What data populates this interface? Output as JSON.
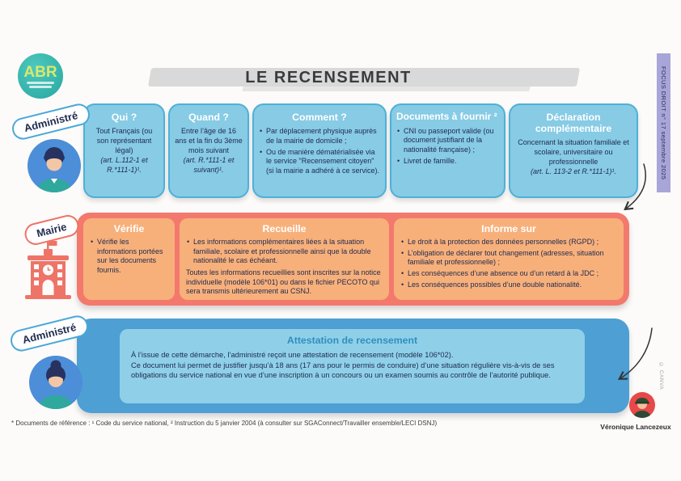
{
  "header": {
    "title": "LE RECENSEMENT",
    "logo": "ABR",
    "banner": "FOCUS DROIT n° 17 septembre 2025"
  },
  "labels": {
    "row1": "Administré",
    "row2": "Mairie",
    "row3": "Administré"
  },
  "row1": {
    "qui": {
      "title": "Qui ?",
      "body": "Tout Français (ou son représentant légal)",
      "ref": "(art. L.112-1 et R.*111-1)¹."
    },
    "quand": {
      "title": "Quand ?",
      "body": "Entre l’âge de 16 ans et la fin du 3ème mois suivant",
      "ref": "(art. R.*111-1 et suivant)¹."
    },
    "comment": {
      "title": "Comment ?",
      "bullets": [
        "Par déplacement physique auprès de la mairie de domicile ;",
        "Ou de manière dématérialisée via le service \"Recensement citoyen\" (si la mairie a adhéré à ce service)."
      ]
    },
    "documents": {
      "title": "Documents à fournir ²",
      "bullets": [
        "CNI ou passeport valide (ou document justifiant de la nationalité française) ;",
        "Livret de famille."
      ]
    },
    "declaration": {
      "title": "Déclaration complémentaire",
      "body": "Concernant la situation familiale et scolaire, universitaire ou professionnelle",
      "ref": "(art. L. 113-2 et R.*111-1)¹."
    }
  },
  "row2": {
    "verifie": {
      "title": "Vérifie",
      "bullets": [
        "Vérifie les informations portées sur les documents fournis."
      ]
    },
    "recueille": {
      "title": "Recueille",
      "bullets": [
        "Les informations complémentaires liées à la situation familiale, scolaire et professionnelle ainsi que la double nationalité le cas échéant."
      ],
      "note": "Toutes les informations recueillies sont inscrites sur la notice individuelle (modèle 106*01) ou dans le fichier PECOTO qui sera transmis ultérieurement au CSNJ."
    },
    "informe": {
      "title": "Informe sur",
      "bullets": [
        "Le droit à la protection des données personnelles (RGPD) ;",
        "L’obligation de déclarer tout changement (adresses, situation familiale et professionnelle) ;",
        "Les conséquences d’une absence ou d’un retard à la JDC ;",
        "Les conséquences possibles d’une double nationalité."
      ]
    }
  },
  "row3": {
    "attestation": {
      "title": "Attestation de recensement",
      "p1": "À l’issue de cette démarche, l’administré reçoit une attestation de recensement (modèle 106*02).",
      "p2": "Ce document lui permet de justifier jusqu’à 18 ans (17 ans pour le permis de conduire) d’une situation régulière vis-à-vis de ses obligations du service national en vue d’une inscription à un concours ou un examen soumis au contrôle de l’autorité publique."
    }
  },
  "footer": {
    "references": "* Documents de référence : ¹ Code du service national, ² Instruction du 5 janvier 2004 (à consulter sur SGAConnect/Travailler ensemble/LECI  DSNJ)"
  },
  "credit": {
    "name": "Véronique Lancezeux",
    "attribution": "© CANVA"
  },
  "colors": {
    "box_blue": "#87cbe5",
    "box_blue_border": "#4fb0d8",
    "container_salmon": "#f3796d",
    "box_orange": "#f8b07b",
    "container_blue": "#4d9fd4",
    "box_lightblue": "#8fd0e8",
    "banner_purple": "#a8a5d8",
    "logo_teal": "#2aa7a0",
    "text_navy": "#1e2a4d",
    "credit_red": "#e84848"
  }
}
